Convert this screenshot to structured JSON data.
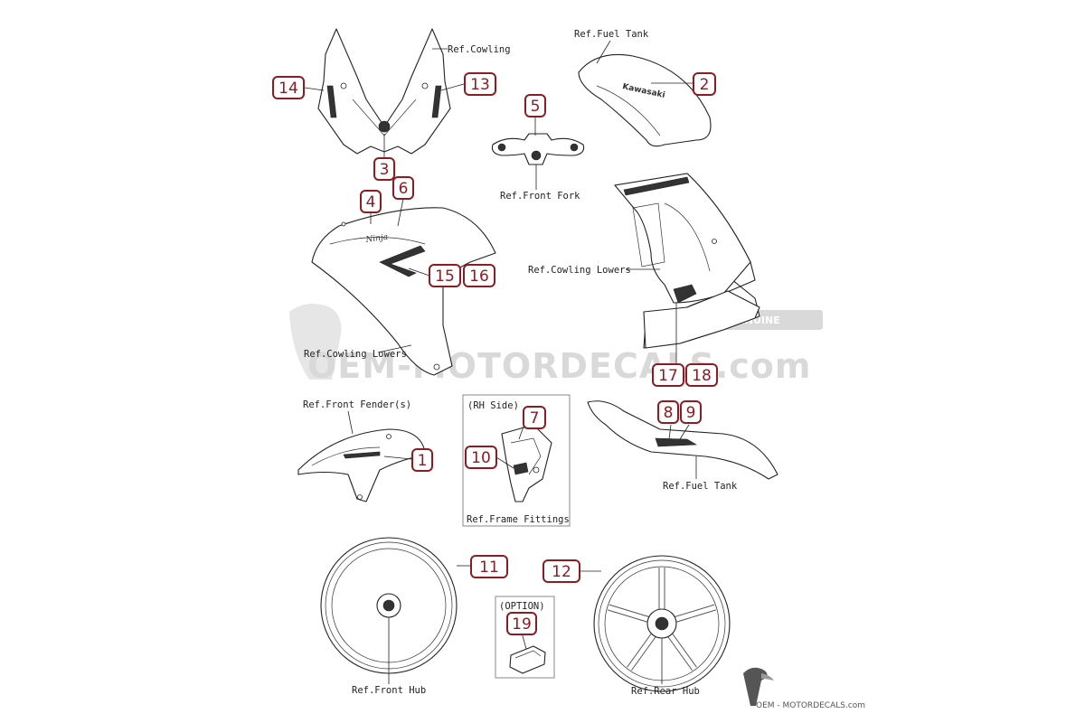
{
  "refs": {
    "cowling": "Ref.Cowling",
    "fuel_tank_top": "Ref.Fuel Tank",
    "front_fork": "Ref.Front Fork",
    "cowling_lowers_right": "Ref.Cowling Lowers",
    "cowling_lowers_left": "Ref.Cowling Lowers",
    "front_fenders": "Ref.Front Fender(s)",
    "rh_side": "(RH Side)",
    "frame_fittings": "Ref.Frame Fittings",
    "fuel_tank_bottom": "Ref.Fuel Tank",
    "option": "(OPTION)",
    "front_hub": "Ref.Front Hub",
    "rear_hub": "Ref.Rear Hub"
  },
  "callouts": {
    "c1": "1",
    "c2": "2",
    "c3": "3",
    "c4": "4",
    "c5": "5",
    "c6": "6",
    "c7": "7",
    "c8": "8",
    "c9": "9",
    "c10": "10",
    "c11": "11",
    "c12": "12",
    "c13": "13",
    "c14": "14",
    "c15": "15",
    "c16": "16",
    "c17": "17",
    "c18": "18",
    "c19": "19"
  },
  "watermark": {
    "text": "OEM-MOTORDECALS.com",
    "badge": "GENUINE"
  },
  "logo": {
    "text": "OEM - MOTORDECALS.com"
  },
  "colors": {
    "callout": "#8a1c24",
    "line": "#222222",
    "watermark": "#d9d9d9"
  }
}
